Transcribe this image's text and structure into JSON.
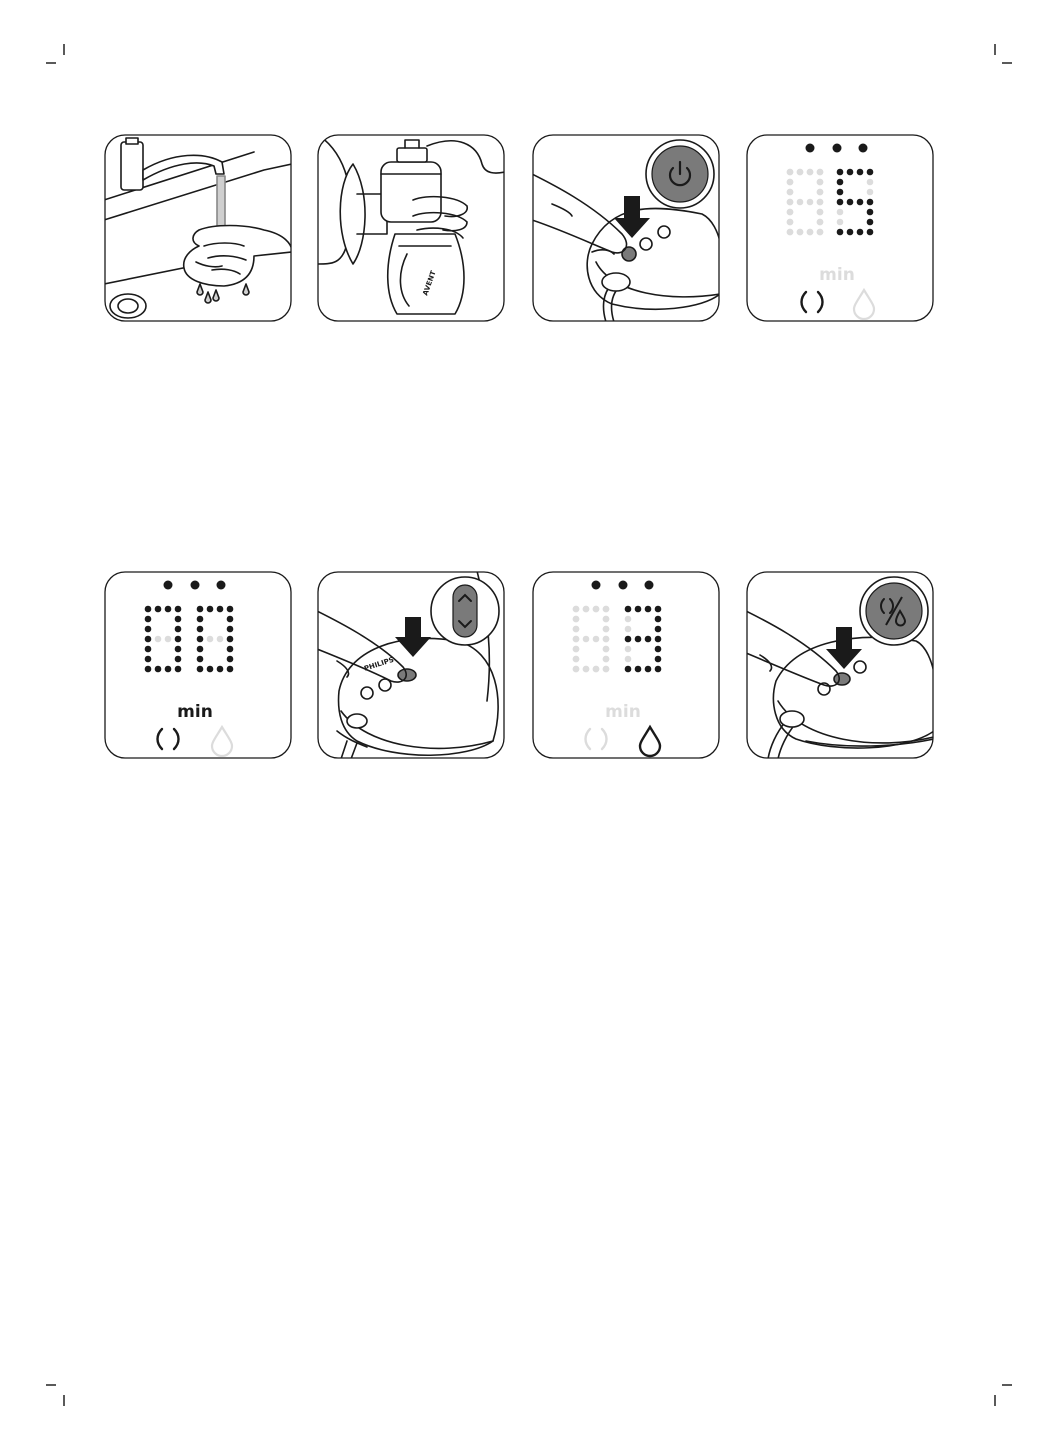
{
  "document": {
    "type": "instruction-illustrations",
    "rows": 2,
    "panels_per_row": 4
  },
  "panels": [
    {
      "id": 1,
      "depicts": "wash-hands-icon"
    },
    {
      "id": 2,
      "depicts": "assembled-pump-icon",
      "brand_text": "AVENT"
    },
    {
      "id": 3,
      "depicts": "press-power-button-icon",
      "callout_icon": "power-icon"
    },
    {
      "id": 4,
      "depicts": "display-stimulation-mode",
      "display": {
        "digits_dark": "5",
        "unit": "min",
        "mode_active": "stimulation"
      }
    },
    {
      "id": 5,
      "depicts": "display-stimulation-mode",
      "display": {
        "digits_dark": "0",
        "unit": "min",
        "mode_active": "stimulation"
      }
    },
    {
      "id": 6,
      "depicts": "press-level-button-icon",
      "callout_icon": "up-down-chevron-icon",
      "brand_text": "PHILIPS"
    },
    {
      "id": 7,
      "depicts": "display-expression-mode",
      "display": {
        "digits_dark": "3",
        "unit": "min",
        "mode_active": "expression"
      }
    },
    {
      "id": 8,
      "depicts": "press-mode-button-icon",
      "callout_icon": "mode-switch-icon"
    }
  ],
  "colors": {
    "ink": "#1a1a1a",
    "faint": "#dcdcdc",
    "callout": "#7a7a7a",
    "stream": "#cfcfcf"
  }
}
